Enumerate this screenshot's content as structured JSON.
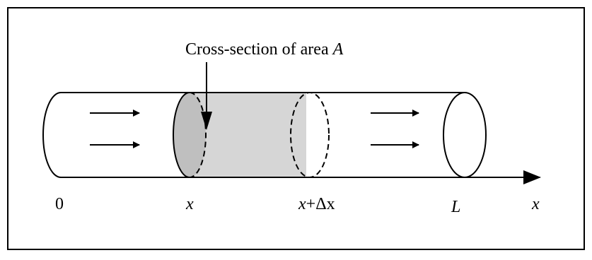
{
  "diagram": {
    "annotation": {
      "text": "Cross-section of area ",
      "symbol": "A"
    },
    "labels": {
      "origin": "0",
      "x": "x",
      "x_plus": "x",
      "plus_delta": "+Δx",
      "length": "L",
      "axis": "x"
    },
    "colors": {
      "line": "#000000",
      "fill_segment": "#d6d6d6",
      "fill_end": "#bdbdbd",
      "background": "#ffffff"
    }
  }
}
